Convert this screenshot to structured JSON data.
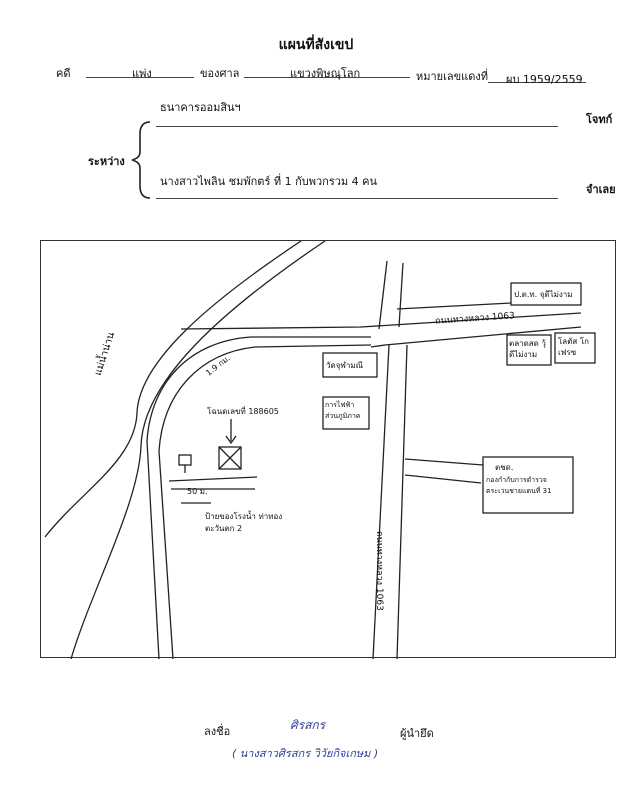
{
  "header": {
    "title": "แผนที่สังเขป",
    "case_label": "คดี",
    "case_type": "แพ่ง",
    "court_label": "ของศาล",
    "court_name": "แขวงพิษณุโลก",
    "number_label": "หมายเลขแดงที่",
    "number_value": "ผบ 1959/2559"
  },
  "parties": {
    "between_label": "ระหว่าง",
    "plaintiff_name": "ธนาคารออมสินฯ",
    "plaintiff_role": "โจทก์",
    "defendant_name": "นางสาวไพลิน ชมพักตร์ ที่ 1 กับพวกรวม 4 คน",
    "defendant_role": "จำเลย"
  },
  "map": {
    "river_label": "แม่น้ำน่าน",
    "highway_horizontal": "ถนนทางหลวง 1063",
    "highway_vertical": "ถนนทางหลวง 1063",
    "side_road": "1.9 กม.",
    "post_office": "ป.ต.ท. จุดีไม่งาม",
    "market": "ตลาดสด วุ้ดีไม่งาม",
    "lotus": "โลตัส โกเฟรซ",
    "temple": "วัดจุฬามณี",
    "electric": "การไฟฟ้า ส่วนภูมิภาค",
    "title_deed": "โฉนดเลขที่ 188605",
    "distance": "50 ม.",
    "sign": "ป้ายของโรงน้ำ ท่าทองตะวันตก 2",
    "police_top": "ตชด.",
    "police_bottom": "กองกำกับการตำรวจ ตระเวนชายแดนที่ 31"
  },
  "signature": {
    "label_sign": "ลงชื่อ",
    "handwritten": "ศิรสกร",
    "role": "ผู้นำยึด",
    "printed_name": "( นางสาวศิรสกร วิวัยกิจเกษม )"
  }
}
